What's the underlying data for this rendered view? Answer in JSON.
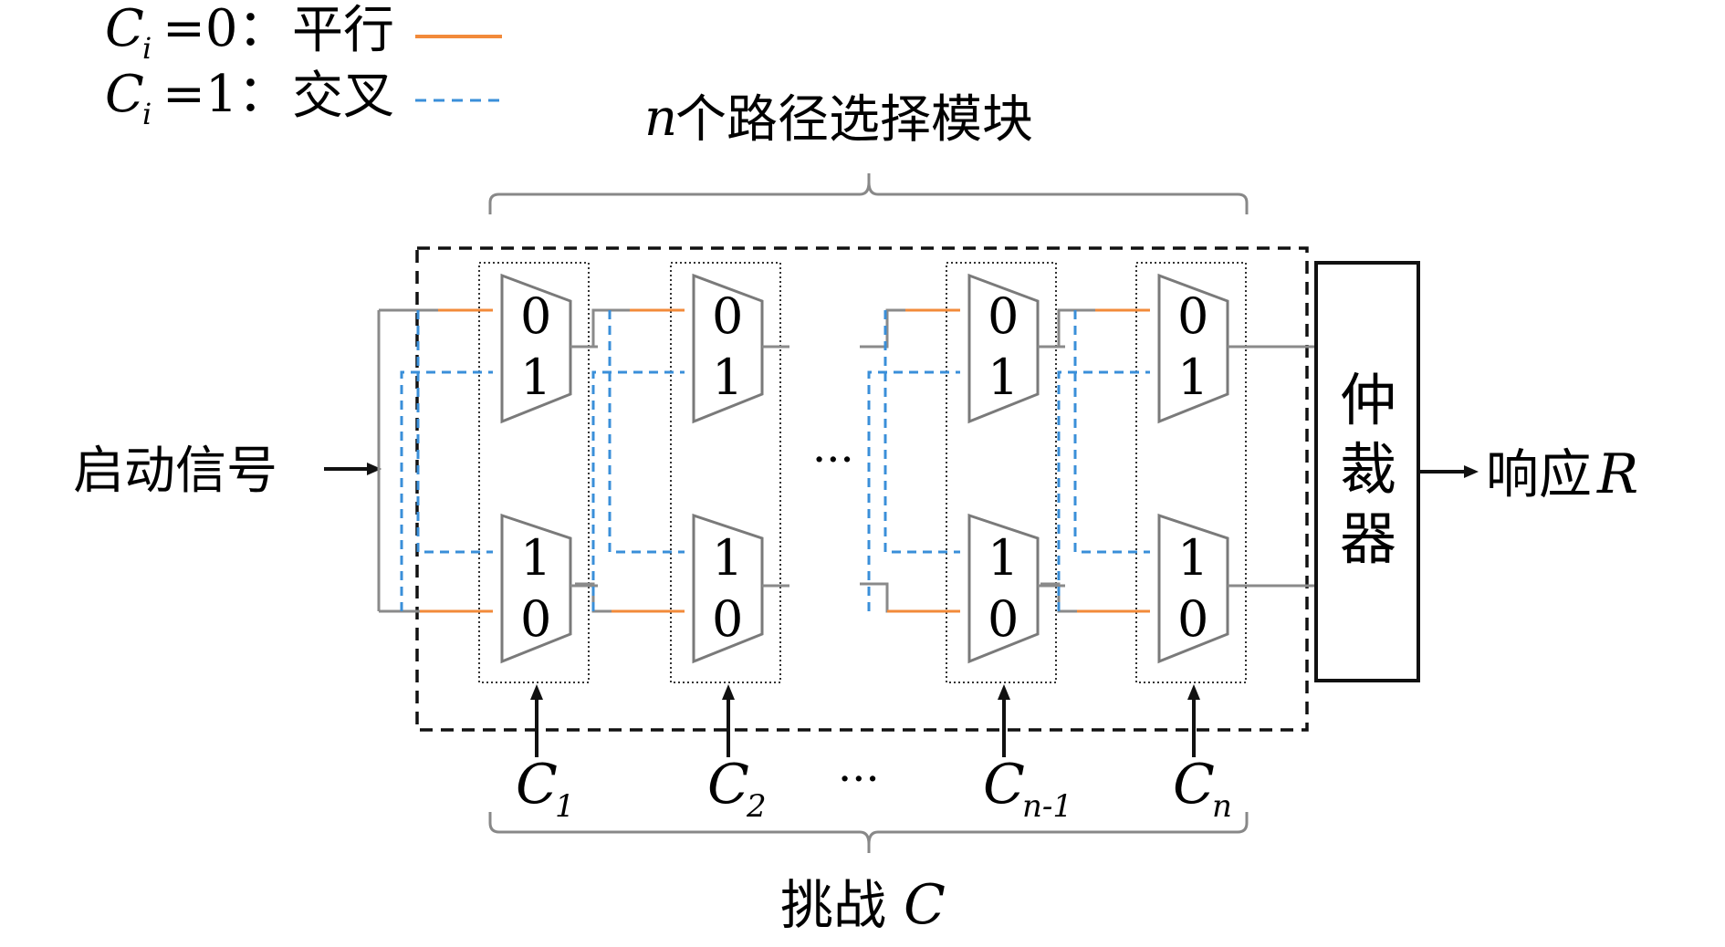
{
  "legend": {
    "parallel": {
      "var": "C",
      "sub": "i",
      "rest": "=0：",
      "label": "平行"
    },
    "cross": {
      "var": "C",
      "sub": "i",
      "rest": "=1：",
      "label": "交叉"
    }
  },
  "top_label": {
    "var": "n",
    "text": "个路径选择模块"
  },
  "input_label": "启动信号",
  "arbiter_label": [
    "仲",
    "裁",
    "器"
  ],
  "output_label": {
    "text": "响应",
    "var": "R"
  },
  "challenge_label": {
    "text": "挑战",
    "var": "C"
  },
  "ellipsis": "···",
  "stages": [
    {
      "var": "C",
      "sub": "1",
      "top_mux": [
        "0",
        "1"
      ],
      "bottom_mux": [
        "1",
        "0"
      ]
    },
    {
      "var": "C",
      "sub": "2",
      "top_mux": [
        "0",
        "1"
      ],
      "bottom_mux": [
        "1",
        "0"
      ]
    },
    {
      "var": "C",
      "sub": "n-1",
      "top_mux": [
        "0",
        "1"
      ],
      "bottom_mux": [
        "1",
        "0"
      ]
    },
    {
      "var": "C",
      "sub": "n",
      "top_mux": [
        "0",
        "1"
      ],
      "bottom_mux": [
        "1",
        "0"
      ]
    }
  ],
  "colors": {
    "parallel": "#f28a3a",
    "cross": "#3a8fd9",
    "wire": "#8a8a8a",
    "mux": "#7a7a7a"
  }
}
